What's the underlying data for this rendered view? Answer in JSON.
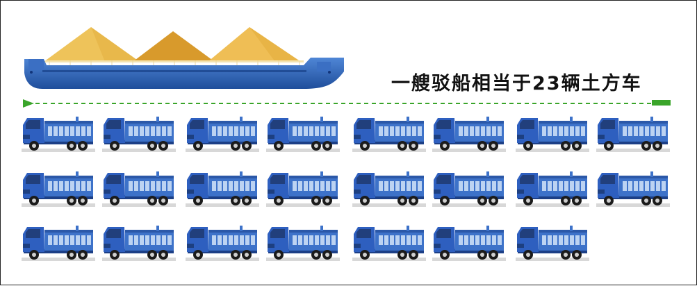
{
  "caption": "一艘驳船相当于23辆土方车",
  "barge": {
    "hull_color": "#2f63b8",
    "cargo_colors": [
      "#eec35a",
      "#d89a2c",
      "#efbe55"
    ]
  },
  "trucks": {
    "count": 23,
    "per_row": [
      8,
      8,
      7
    ],
    "cab_color": "#2e5fbf",
    "body_color": "#3d72c9",
    "window_color": "#bcd3f2"
  },
  "arrow": {
    "color": "#3aa52a"
  }
}
